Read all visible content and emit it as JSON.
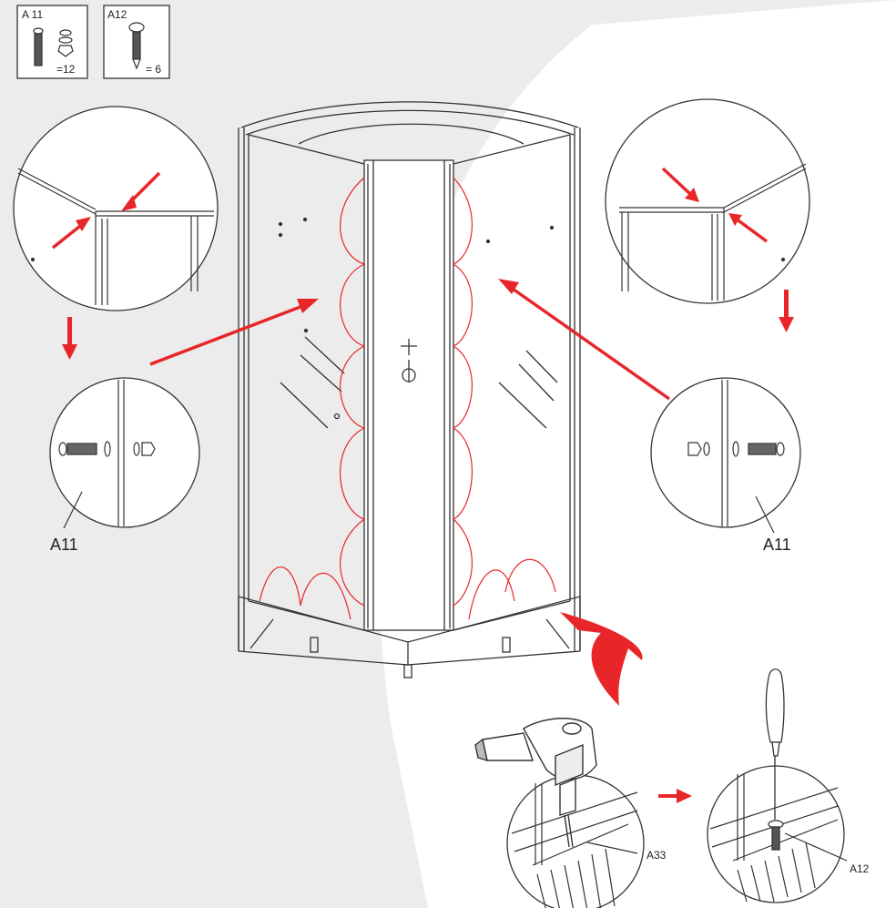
{
  "parts": [
    {
      "code": "A11",
      "quantity": "=12",
      "code_display": "A 11"
    },
    {
      "code": "A12",
      "quantity": "= 6",
      "code_display": "A12"
    }
  ],
  "callouts": {
    "left_detail": "A11",
    "right_detail": "A11",
    "drill_step": "A33",
    "screw_step": "A12"
  },
  "icons": [
    "bolt-washer-nut-icon",
    "screw-icon",
    "drill-icon",
    "screwdriver-icon"
  ],
  "colors": {
    "arrow": "#e8262a",
    "line": "#333333",
    "background_band": "#ececec"
  }
}
